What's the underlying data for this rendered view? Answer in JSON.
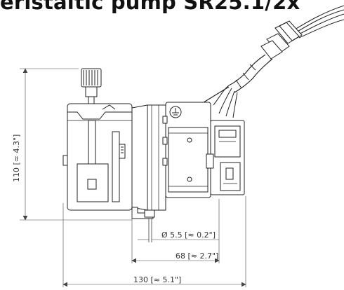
{
  "title": "eristaltic pump SR25.1/2x",
  "dimensions": {
    "height": "110 [≈ 4.3\"]",
    "hole_diameter": "Ø 5.5 [≈ 0.2\"]",
    "bracket_to_rear": "68 [≈ 2.7\"]",
    "overall_length": "130 [≈ 5.1\"]"
  },
  "symbols": {
    "ground": "ground-symbol"
  }
}
